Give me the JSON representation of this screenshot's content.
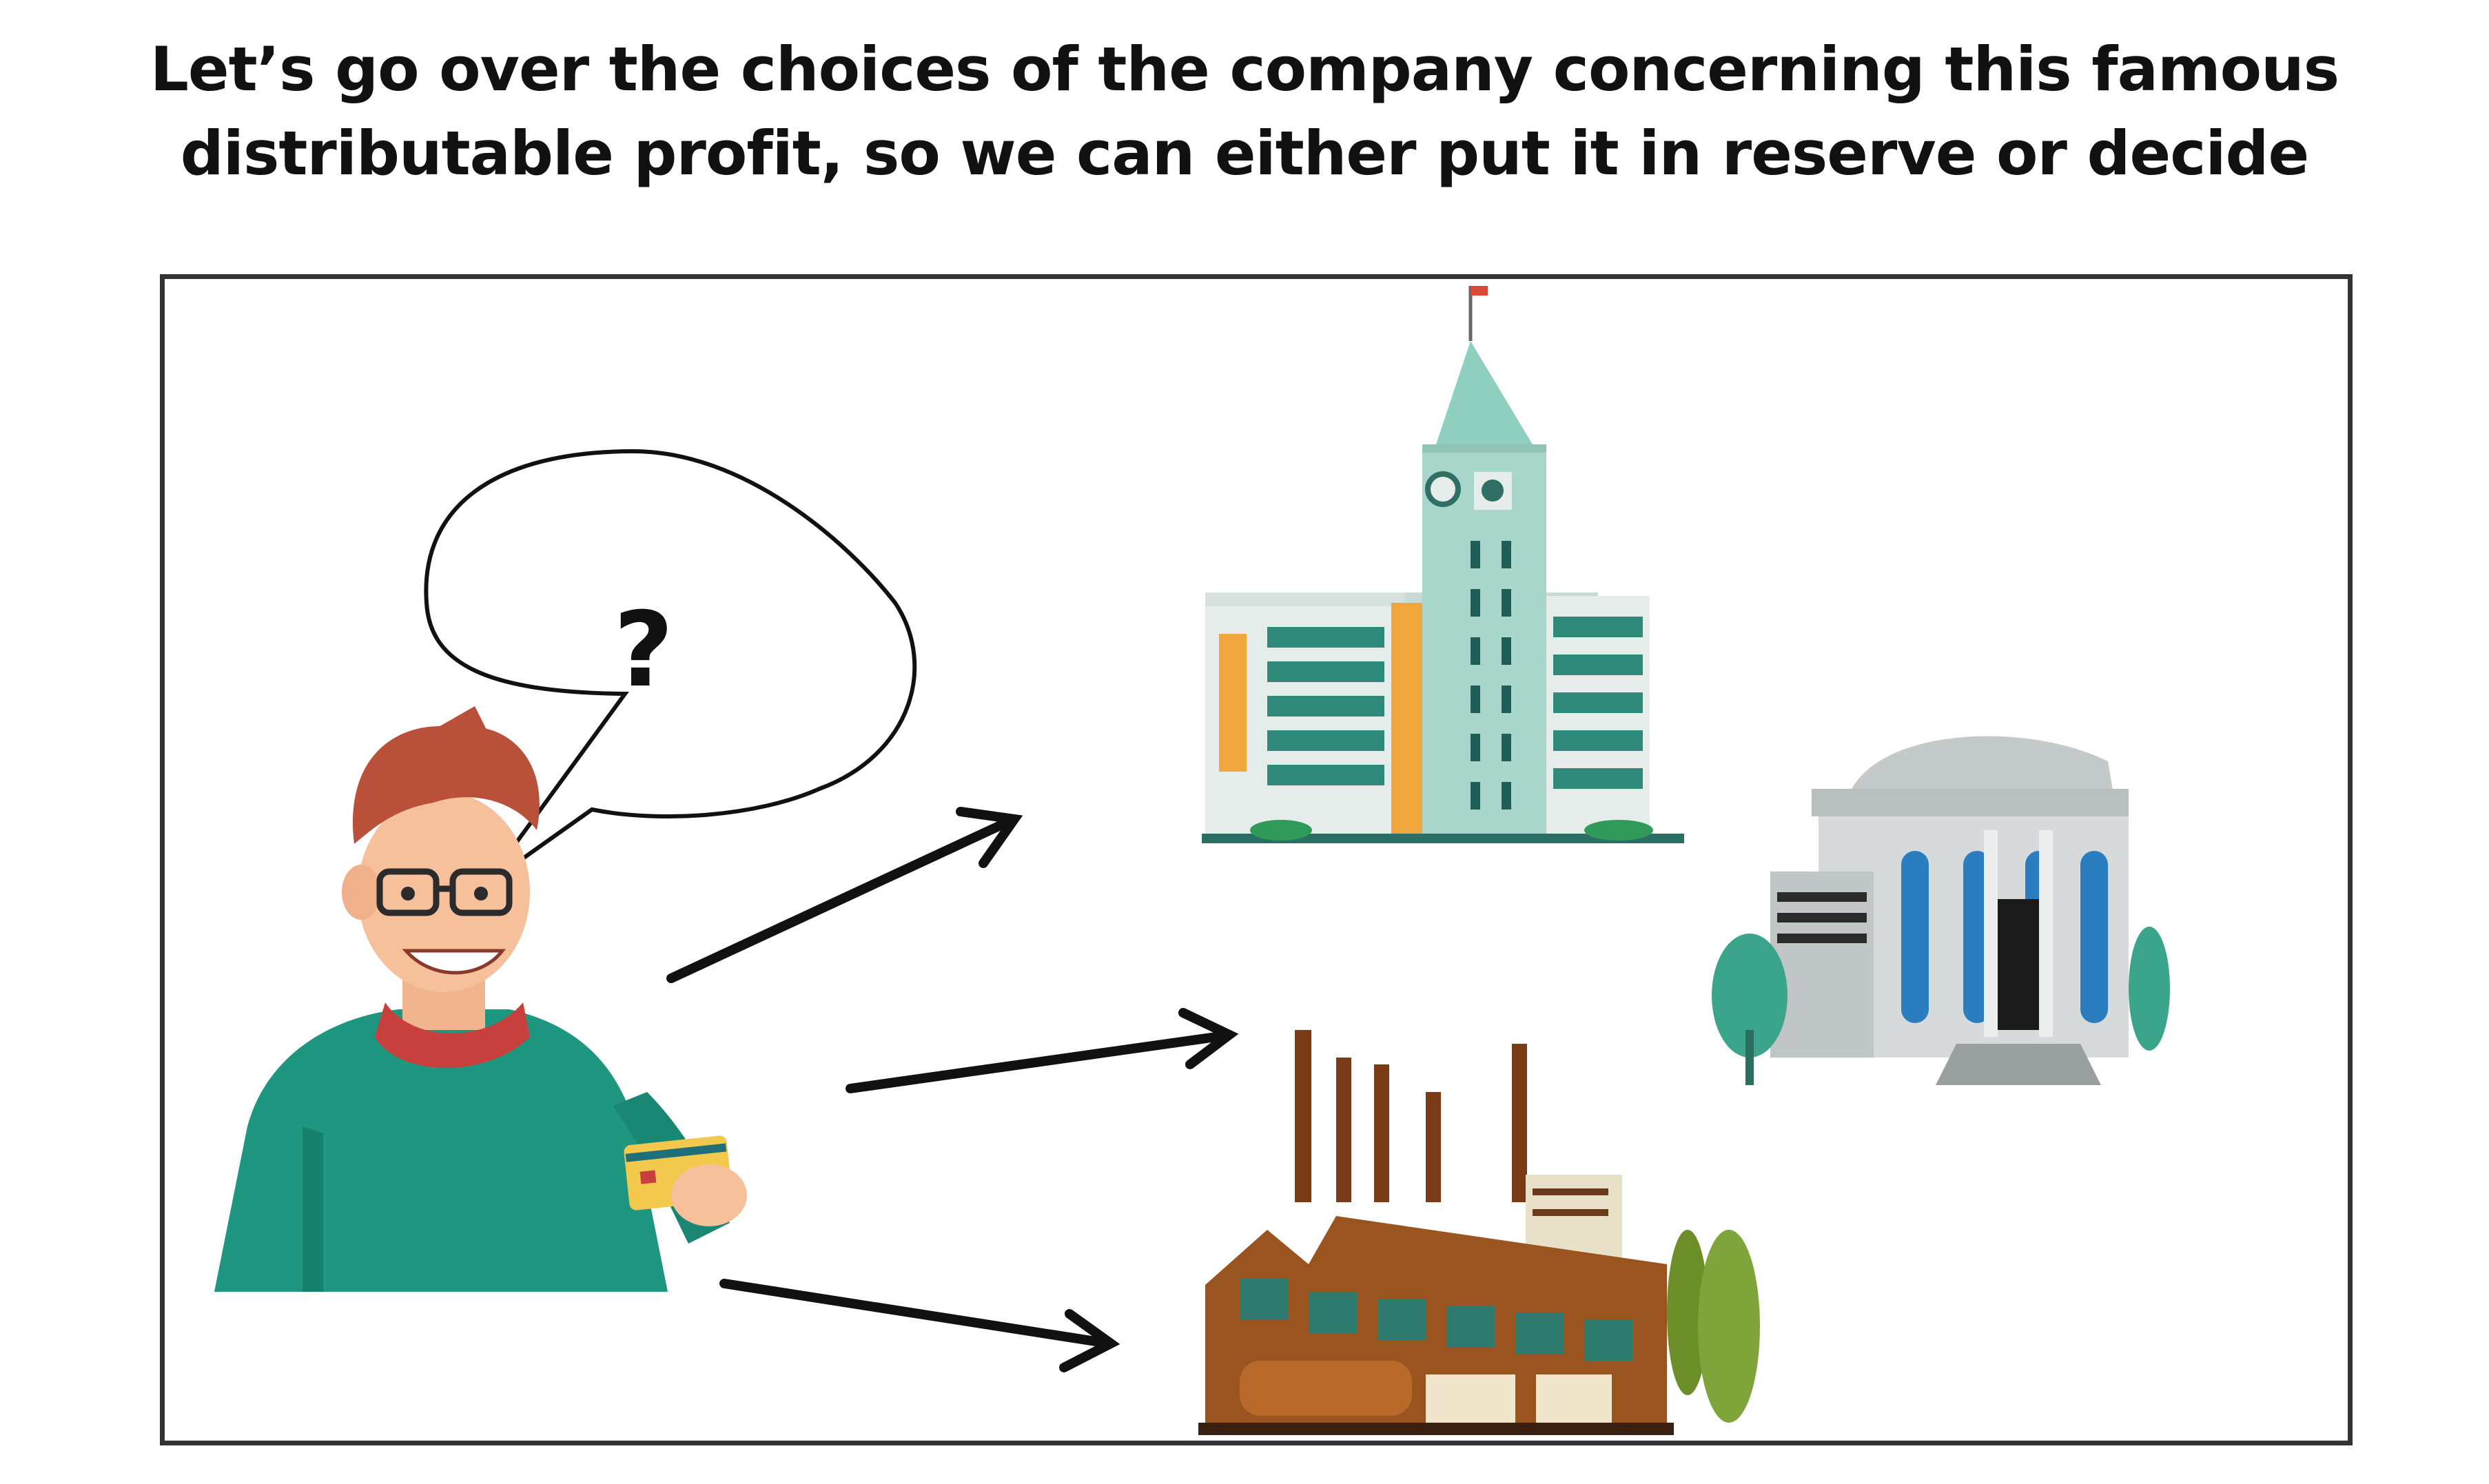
{
  "caption": {
    "line1": "Let’s go over the choices of the company concerning this famous",
    "line2": "distributable profit, so we can either put it in reserve or decide"
  },
  "speech_bubble": {
    "text": "?"
  },
  "illustrations": {
    "person": "smiling-man-holding-credit-card",
    "building_1": "office-building-with-clock-tower",
    "building_2": "bank-building-with-columns",
    "building_3": "factory-with-chimneys"
  },
  "colors": {
    "frame": "#333333",
    "arrow": "#111111",
    "sweater": "#1e9680",
    "scarf": "#c8403d",
    "hair": "#b8503a",
    "card": "#f3c94d",
    "tower": "#a9d6cb",
    "factory": "#9a5420"
  }
}
